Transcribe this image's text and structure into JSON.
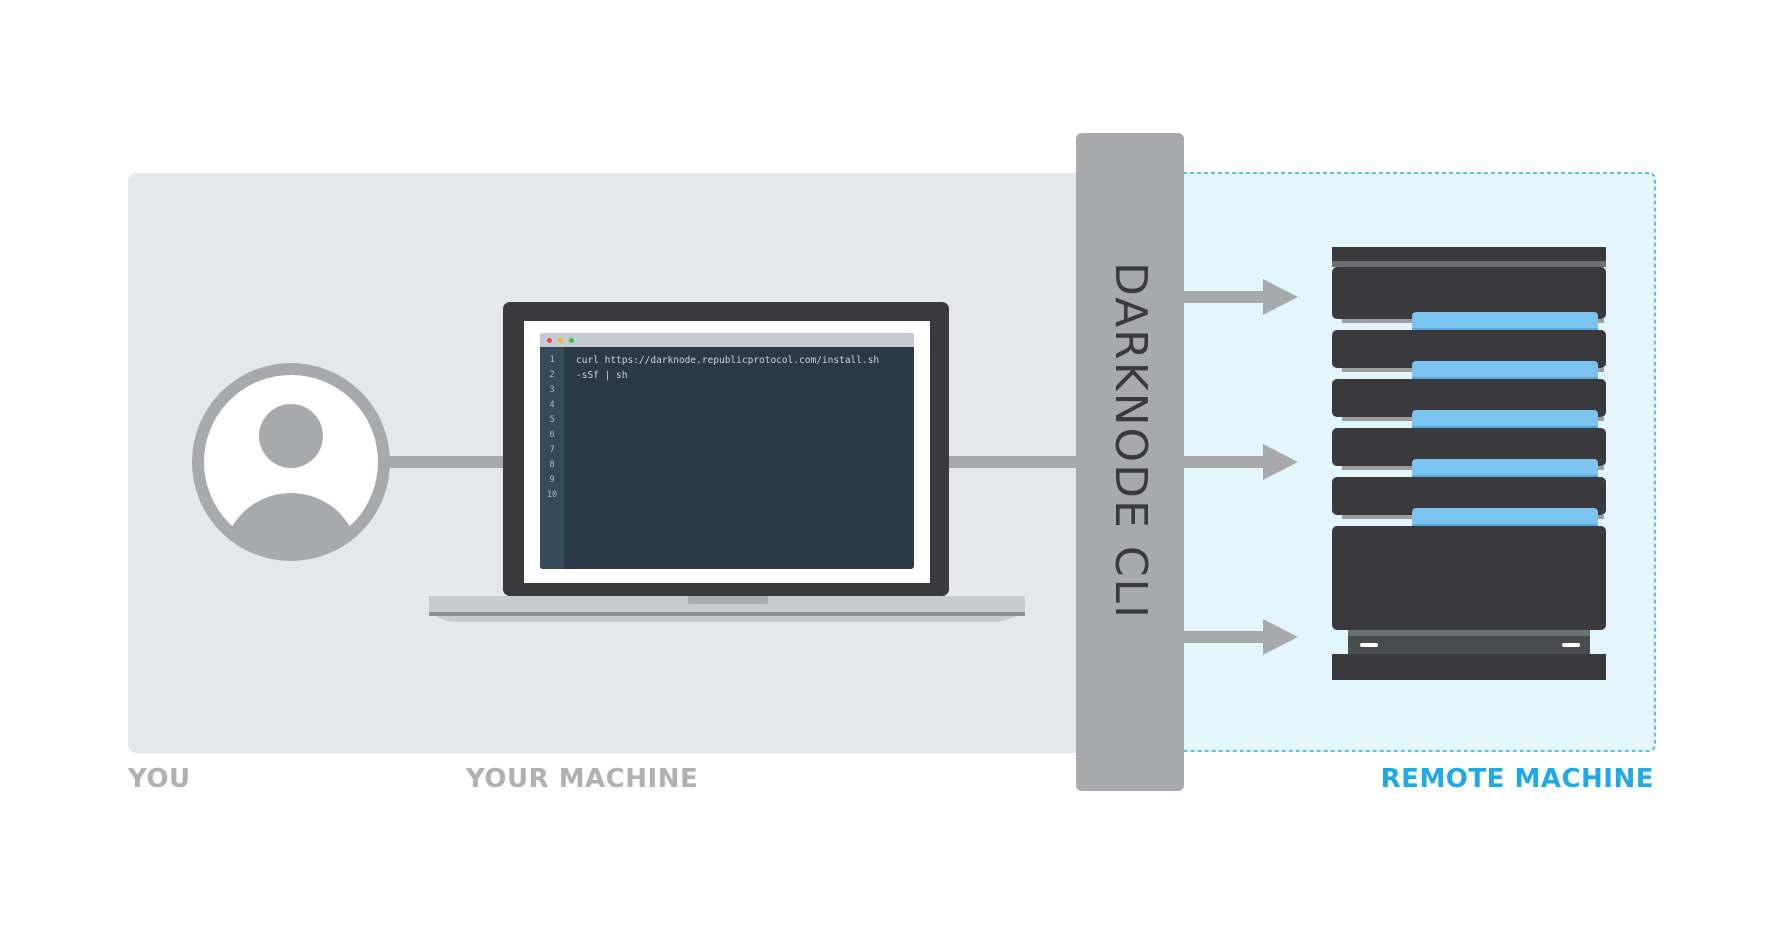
{
  "labels": {
    "you": "YOU",
    "your_machine": "YOUR MACHINE",
    "remote_machine": "REMOTE MACHINE",
    "cli": "DARKNODE CLI"
  },
  "editor": {
    "line_numbers": [
      "1",
      "2",
      "3",
      "4",
      "5",
      "6",
      "7",
      "8",
      "9",
      "10"
    ],
    "code_lines": [
      "curl https://darknode.republicprotocol.com/install.sh",
      "-sSf | sh"
    ]
  },
  "icons": {
    "user": "user-avatar-icon",
    "laptop": "laptop-icon",
    "server": "server-rack-icon",
    "arrow": "arrow-right-icon"
  },
  "colors": {
    "local_panel": "#e6e7e8",
    "remote_panel": "#e3f6fc",
    "remote_border": "#29abe2",
    "remote_label": "#1fa9e6",
    "muted_label": "#b0b0b2",
    "connector": "#a7a9ac",
    "cli_bar": "#a7a9ac",
    "server_dark": "#3a3a3c",
    "server_blue": "#7cc4f0"
  }
}
